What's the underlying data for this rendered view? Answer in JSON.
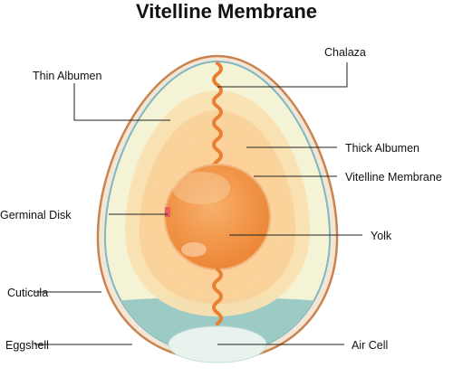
{
  "title": "Vitelline Membrane",
  "labels": {
    "chalaza": "Chalaza",
    "thin_albumen": "Thin Albumen",
    "thick_albumen": "Thick Albumen",
    "vitelline_membrane": "Vitelline Membrane",
    "germinal_disk": "Germinal Disk",
    "yolk": "Yolk",
    "cuticula": "Cuticula",
    "eggshell": "Eggshell",
    "air_cell": "Air Cell"
  },
  "stock_id": "#808218983",
  "colors": {
    "shell_outline": "#c9844f",
    "inner_membrane": "#7fb7c2",
    "thin_albumen": "#f5f3d6",
    "thick_albumen": "#f6d598",
    "yolk": "#f2933f",
    "air_cell_region": "#9ccac4",
    "air_cell": "#e8f3ee",
    "chalaza": "#ea7f34",
    "germinal_disk": "#e5615e"
  }
}
